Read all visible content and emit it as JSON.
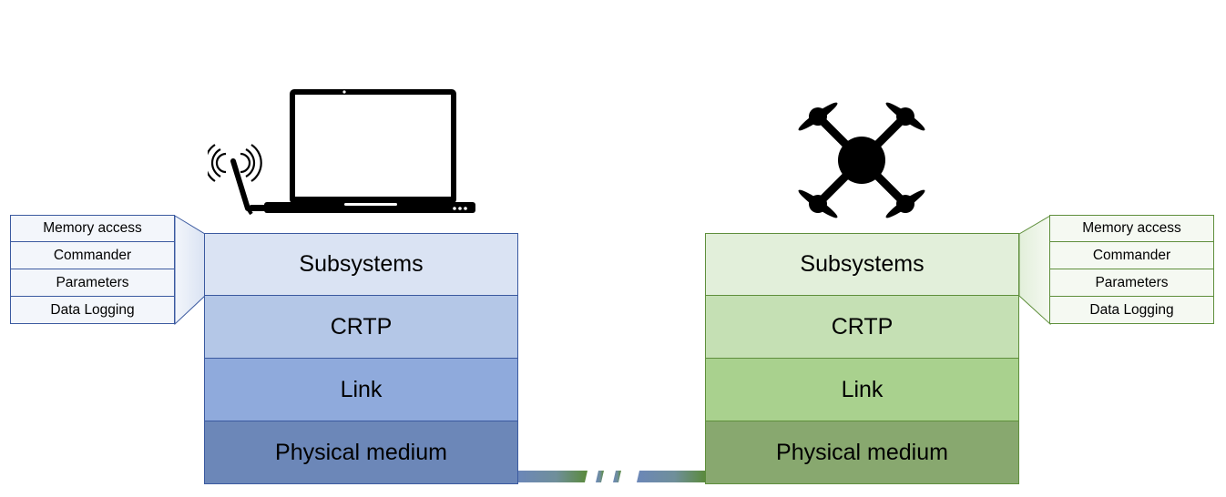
{
  "left_node": {
    "icons": [
      "laptop-icon",
      "antenna-icon"
    ],
    "subsystems": [
      "Memory access",
      "Commander",
      "Parameters",
      "Data Logging"
    ],
    "layers": [
      {
        "label": "Subsystems",
        "color": "#dae3f3"
      },
      {
        "label": "CRTP",
        "color": "#b4c7e7"
      },
      {
        "label": "Link",
        "color": "#8faadc"
      },
      {
        "label": "Physical medium",
        "color": "#6c87b8"
      }
    ],
    "border_color": "#3b5aa0",
    "list_bg": "#f3f6fb"
  },
  "right_node": {
    "icons": [
      "drone-icon"
    ],
    "subsystems": [
      "Memory access",
      "Commander",
      "Parameters",
      "Data Logging"
    ],
    "layers": [
      {
        "label": "Subsystems",
        "color": "#e2efda"
      },
      {
        "label": "CRTP",
        "color": "#c5e0b4"
      },
      {
        "label": "Link",
        "color": "#a9d18e"
      },
      {
        "label": "Physical medium",
        "color": "#88a86f"
      }
    ],
    "border_color": "#5f8f3c",
    "list_bg": "#f5f9f2"
  }
}
